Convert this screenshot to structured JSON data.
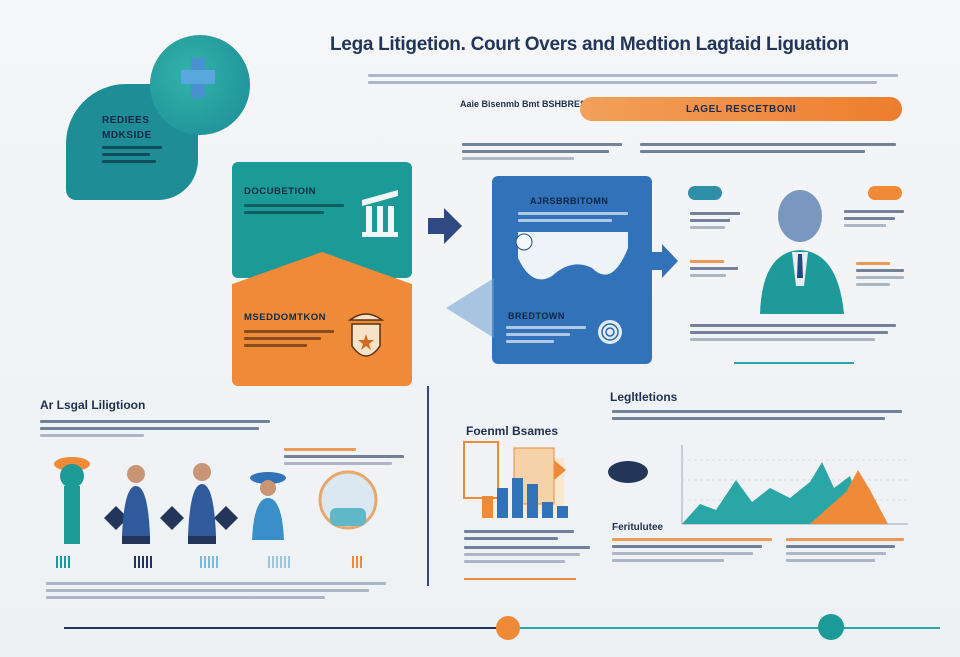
{
  "header": {
    "title": "Lega Litigetion. Court Overs and Medtion Lagtaid Liguation"
  },
  "left_badge": {
    "label_line1": "REDIEES",
    "label_line2": "MDKSIDE"
  },
  "teal_card": {
    "label": "DOCUBETIOIN"
  },
  "orange_card": {
    "label": "MSEDDOMTKON"
  },
  "blue_panel": {
    "label_top": "AJRSBRBITOMN",
    "label_bottom": "BREDTOWN"
  },
  "top_right": {
    "pill_label": "LAGEL RESCETBONI",
    "mid_heading": "Aaie Bisenmb Bmt BSHBRES"
  },
  "section_left": {
    "heading": "Ar Lsgal Liligtioon"
  },
  "section_center": {
    "heading": "Foenml Bsames"
  },
  "section_right": {
    "heading": "Legltletions",
    "sub_heading": "Feritulutee"
  },
  "bar_chart_values": [
    0.55,
    0.75,
    1.0,
    0.85,
    0.4,
    0.3
  ],
  "colors": {
    "teal": "#1c9a98",
    "orange": "#ee8a38",
    "blue": "#3172b8",
    "navy": "#23365a"
  }
}
